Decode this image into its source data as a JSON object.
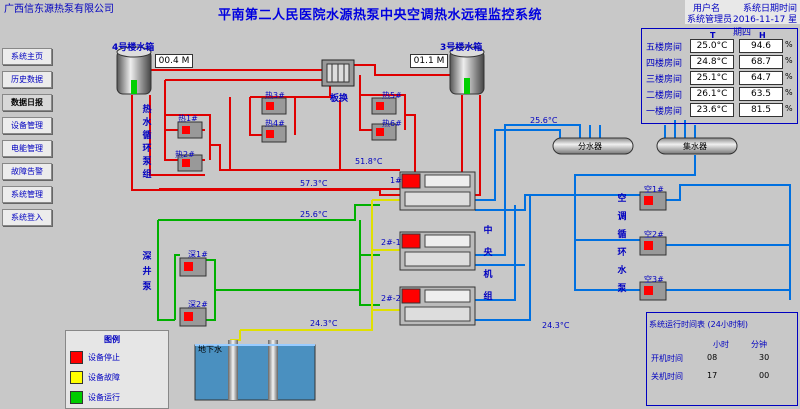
{
  "company": "广西信东源热泵有限公司",
  "title": "平南第二人民医院水源热泵中央空调热水远程监控系统",
  "header": {
    "user_label": "用户名",
    "user_value": "系统管理员",
    "date_label": "系统日期时间",
    "date_value": "2016-11-17 星期四"
  },
  "nav": [
    "系统主页",
    "历史数据",
    "数据日报",
    "设备管理",
    "电能管理",
    "故障告警",
    "系统管理",
    "系统登入"
  ],
  "tanks": {
    "tank4_label": "4号楼水箱",
    "tank4_value": "00.4",
    "tank4_unit": "M",
    "tank3_label": "3号楼水箱",
    "tank3_value": "01.1",
    "tank3_unit": "M",
    "plate_label": "板换"
  },
  "hot_pumps": [
    "热1#",
    "热2#",
    "热3#",
    "热4#",
    "热5#",
    "热6#"
  ],
  "hot_circ_label": "热水循环泵组",
  "temps": {
    "t1": "51.8°C",
    "t2": "57.3°C",
    "t3": "25.6°C",
    "t4": "24.3°C",
    "t5": "24.3°C",
    "t6": "25.6°C"
  },
  "chillers": [
    "1#",
    "2#-1",
    "2#-2"
  ],
  "central_label": "中央机组",
  "deep_well_label": "深井泵",
  "deep_pumps": [
    "深1#",
    "深2#"
  ],
  "underground_label": "地下水",
  "distributor": "分水器",
  "collector": "集水器",
  "ac_pumps": [
    "空1#",
    "空2#",
    "空3#"
  ],
  "ac_circ_label": "空调循环水泵",
  "room_table": {
    "header_t": "T",
    "header_h": "H",
    "rows": [
      {
        "name": "五楼房间",
        "t": "25.0°C",
        "h": "94.6",
        "hu": "%"
      },
      {
        "name": "四楼房间",
        "t": "24.8°C",
        "h": "68.7",
        "hu": "%"
      },
      {
        "name": "三楼房间",
        "t": "25.1°C",
        "h": "64.7",
        "hu": "%"
      },
      {
        "name": "二楼房间",
        "t": "26.1°C",
        "h": "63.5",
        "hu": "%"
      },
      {
        "name": "一楼房间",
        "t": "23.6°C",
        "h": "81.5",
        "hu": "%"
      }
    ]
  },
  "runtime": {
    "title": "系统运行时间表 (24小时制)",
    "col_hour": "小时",
    "col_min": "分钟",
    "start_label": "开机时间",
    "start_h": "08",
    "start_m": "30",
    "stop_label": "关机时间",
    "stop_h": "17",
    "stop_m": "00"
  },
  "legend": {
    "title": "图例",
    "stop": "设备停止",
    "fault": "设备故障",
    "run": "设备运行",
    "stop_color": "#ff0000",
    "fault_color": "#ffff00",
    "run_color": "#00cc00"
  }
}
